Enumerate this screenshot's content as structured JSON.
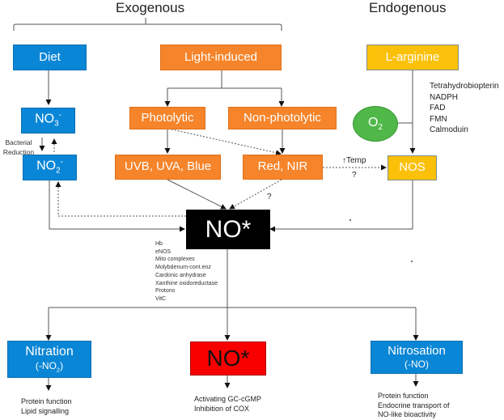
{
  "headings": {
    "exogenous": "Exogenous",
    "endogenous": "Endogenous"
  },
  "nodes": {
    "diet": "Diet",
    "light_induced": "Light-induced",
    "l_arginine": "L-arginine",
    "no3": {
      "base": "NO",
      "sub": "3",
      "sup": "-"
    },
    "no2": {
      "base": "NO",
      "sub": "2",
      "sup": "-"
    },
    "photolytic": "Photolytic",
    "non_photolytic": "Non-photolytic",
    "uvb_uva_blue": "UVB, UVA, Blue",
    "red_nir": "Red, NIR",
    "o2": {
      "base": "O",
      "sub": "2"
    },
    "nos": "NOS",
    "no_star_center": "NO*",
    "nitration": {
      "title": "Nitration",
      "sub_prefix": "(-NO",
      "sub_sub": "2",
      "sub_suffix": ")"
    },
    "no_star_bottom": "NO*",
    "nitrosation": {
      "title": "Nitrosation",
      "sub": "(-NO)"
    }
  },
  "labels": {
    "bacterial_reduction": [
      "Bacterial",
      "Reduction"
    ],
    "temp": "↑Temp",
    "question_temp": "?",
    "question_red": "?",
    "cofactors": [
      "Tetrahydrobiopterin",
      "NADPH",
      "FAD",
      "FMN",
      "Calmoduin"
    ],
    "no_sources": [
      "Hb",
      "eNOS",
      "Mito complexes",
      "Molybdenum-cont.enz",
      "Cardonic anhydrase",
      "Xanthine oxidoreductase",
      "Protons",
      "VitC"
    ],
    "nitration_effects": [
      "Protein function",
      "Lipid signalling"
    ],
    "no_effects": [
      "Activating GC-cGMP",
      "Inhibition of COX"
    ],
    "nitrosation_effects": [
      "Protein function",
      "Endocrine transport of",
      "NO-like bioactivity"
    ]
  },
  "colors": {
    "blue": "#0a86d6",
    "orange": "#f5842a",
    "yellow": "#fbc10a",
    "green": "#4fb848",
    "black": "#000000",
    "red": "#f80000"
  }
}
